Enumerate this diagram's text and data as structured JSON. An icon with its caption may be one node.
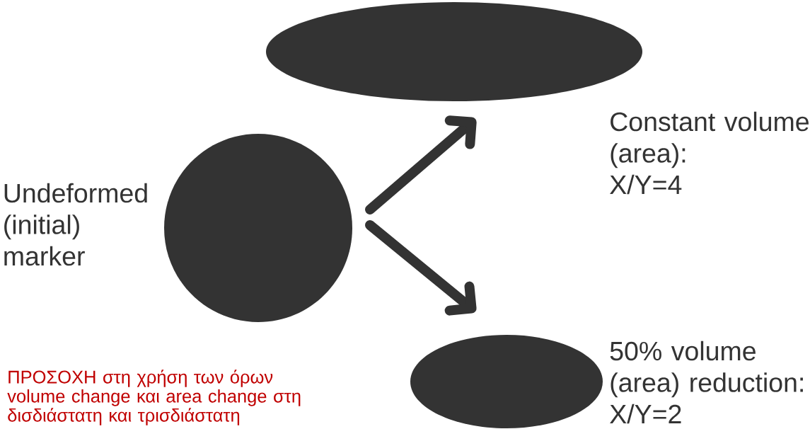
{
  "diagram": {
    "nodes": [
      {
        "text": [],
        "shape": "circle",
        "beside": [
          "Undeformed (initial) marker"
        ]
      },
      {
        "text": [],
        "shape": "ellipse",
        "beside": [
          "Constant volume (area):",
          "X/Y=4"
        ]
      },
      {
        "text": [],
        "shape": "ellipse",
        "beside": [
          "50% volume (area) reduction:",
          "X/Y=2"
        ]
      }
    ],
    "edges": [
      {
        "from": 0,
        "to": 1,
        "arrow": "to"
      },
      {
        "from": 0,
        "to": 2,
        "arrow": "to"
      }
    ],
    "labels": [
      "ΠΡΟΣΟΧΗ στη χρήση των όρων volume change και area change στη δισδιάστατη και τρισδιάστατη"
    ]
  }
}
